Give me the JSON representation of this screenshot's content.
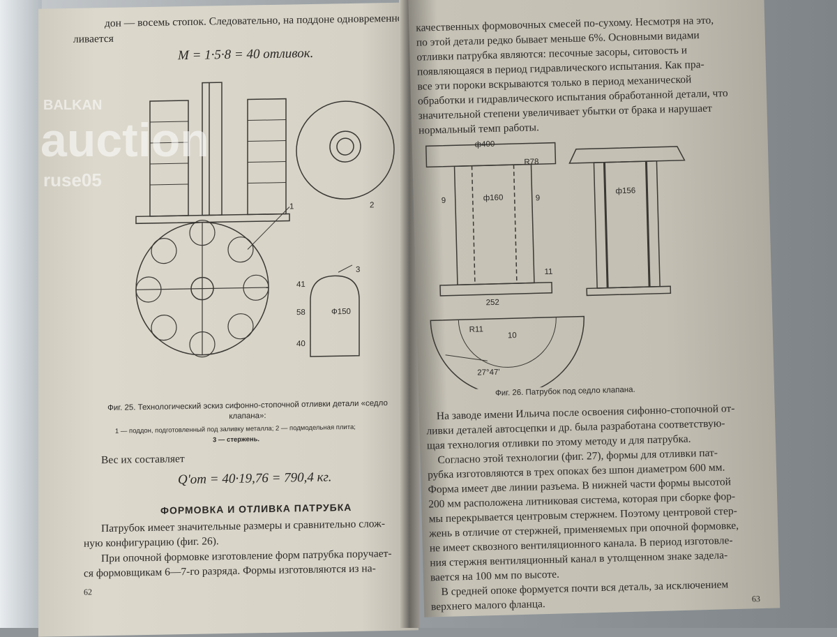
{
  "left_page": {
    "top_lines": [
      "дон — восемь стопок. Следовательно, на поддоне одновременно",
      "ливается"
    ],
    "formula_1": "M = 1·5·8 = 40 отливок.",
    "figure_labels": {
      "callout_1": "1",
      "callout_2": "2",
      "callout_3": "3",
      "dim_41": "41",
      "dim_58": "58",
      "dim_40": "40",
      "dim_150": "Ф150"
    },
    "caption_title": "Фиг. 25. Технологический эскиз сифонно-стопочной отливки детали «седло клапана»:",
    "caption_legend_1": "1 — поддон, подготовленный под заливку металла; 2 — подмодельная плита;",
    "caption_legend_2": "3 — стержень.",
    "weight_intro": "Вес их составляет",
    "formula_2": "Q'от = 40·19,76 = 790,4 кг.",
    "section_heading": "ФОРМОВКА И ОТЛИВКА ПАТРУБКА",
    "body_lines": [
      "Патрубок имеет значительные размеры и сравнительно слож-",
      "ную конфигурацию (фиг. 26).",
      "При опочной формовке изготовление форм патрубка поручает-",
      "ся формовщикам 6—7-го разряда. Формы изготовляются из на-"
    ],
    "page_number": "62"
  },
  "right_page": {
    "top_lines": [
      "качественных формовочных смесей по-сухому. Несмотря на это,",
      "по этой детали редко бывает меньше 6%. Основными видами",
      "отливки патрубка являются: песочные засоры, ситовость и",
      "появляющаяся в период гидравлического испытания. Как пра-",
      "все эти пороки вскрываются только в период механической",
      "обработки и гидравлического испытания обработанной детали, что",
      "значительной степени увеличивает убытки от брака и нарушает",
      "нормальный темп работы."
    ],
    "figure_labels": {
      "d400": "ф400",
      "d160": "ф160",
      "d156": "ф156",
      "r78": "R78",
      "w252": "252",
      "n9a": "9",
      "n9b": "9",
      "n11": "11",
      "n10": "10",
      "r11": "R11",
      "angle": "27°47'"
    },
    "caption": "Фиг. 26. Патрубок под седло клапана.",
    "body_lines": [
      "На заводе имени Ильича после освоения сифонно-стопочной от-",
      "ливки деталей автосцепки и др. была разработана соответствую-",
      "щая технология отливки по этому методу и для патрубка.",
      "Согласно этой технологии (фиг. 27), формы для отливки пат-",
      "рубка изготовляются в трех опоках без шпон диаметром 600 мм.",
      "Форма имеет две линии разъема. В нижней части формы высотой",
      "200 мм расположена литниковая система, которая при сборке фор-",
      "мы перекрывается центровым стержнем. Поэтому центровой стер-",
      "жень в отличие от стержней, применяемых при опочной формовке,",
      "не имеет сквозного вентиляционного канала. В период изготовле-",
      "ния стержня вентиляционный канал в утолщенном знаке задела-",
      "вается на 100 мм по высоте.",
      "В средней опоке формуется почти вся деталь, за исключением",
      "верхнего малого фланца."
    ],
    "page_number": "63"
  },
  "watermark": {
    "brand_top": "BALKAN",
    "brand_main": "auction",
    "user": "ruse05"
  }
}
